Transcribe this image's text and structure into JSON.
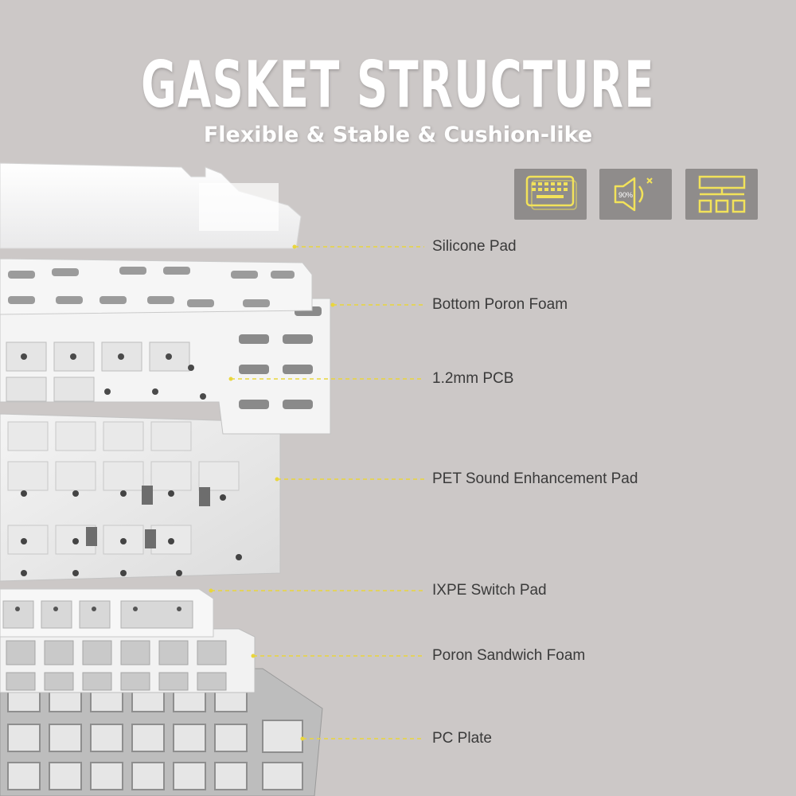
{
  "header": {
    "title": "GASKET STRUCTURE",
    "subtitle": "Flexible & Stable & Cushion-like"
  },
  "feature_icons": [
    {
      "icon": "keyboard-icon"
    },
    {
      "icon": "sound-dampening-icon",
      "text": "90%"
    },
    {
      "icon": "layer-structure-icon"
    }
  ],
  "layers": [
    {
      "label": "Silicone Pad"
    },
    {
      "label": "Bottom Poron Foam"
    },
    {
      "label": "1.2mm PCB"
    },
    {
      "label": "PET Sound Enhancement Pad"
    },
    {
      "label": "IXPE Switch Pad"
    },
    {
      "label": "Poron Sandwich Foam"
    },
    {
      "label": "PC Plate"
    }
  ],
  "colors": {
    "background": "#ccc8c7",
    "accent": "#f2e25a",
    "icon_tile": "#8f8c8b",
    "label_text": "#3a3a3a"
  }
}
